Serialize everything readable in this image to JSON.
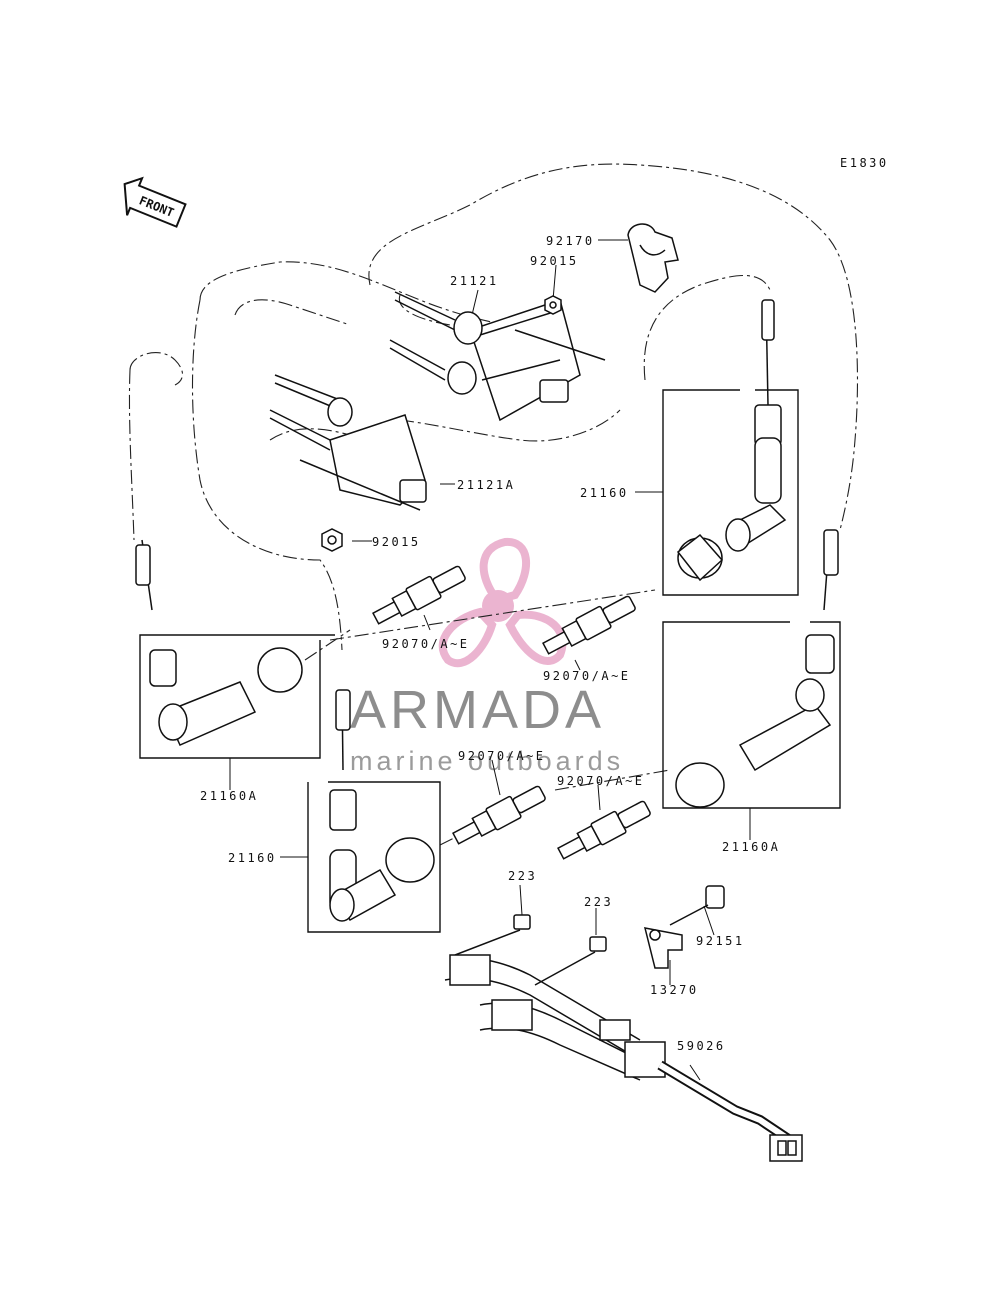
{
  "diagram_code": "E1830",
  "front_label": "FRONT",
  "labels": {
    "l92170": "92170",
    "l92015_top": "92015",
    "l21121": "21121",
    "l21121A": "21121A",
    "l92015_mid": "92015",
    "l21160_right": "21160",
    "l92070_a": "92070/A~E",
    "l92070_b": "92070/A~E",
    "l92070_c": "92070/A~E",
    "l92070_d": "92070/A~E",
    "l21160A_left": "21160A",
    "l21160_left": "21160",
    "l21160A_right": "21160A",
    "l223_a": "223",
    "l223_b": "223",
    "l92151": "92151",
    "l13270": "13270",
    "l59026": "59026"
  },
  "watermark": {
    "brand": "ARMADA",
    "tagline": "marine outboards",
    "accent_color": "#e8a7c8",
    "text_color": "#7a7a7a"
  }
}
